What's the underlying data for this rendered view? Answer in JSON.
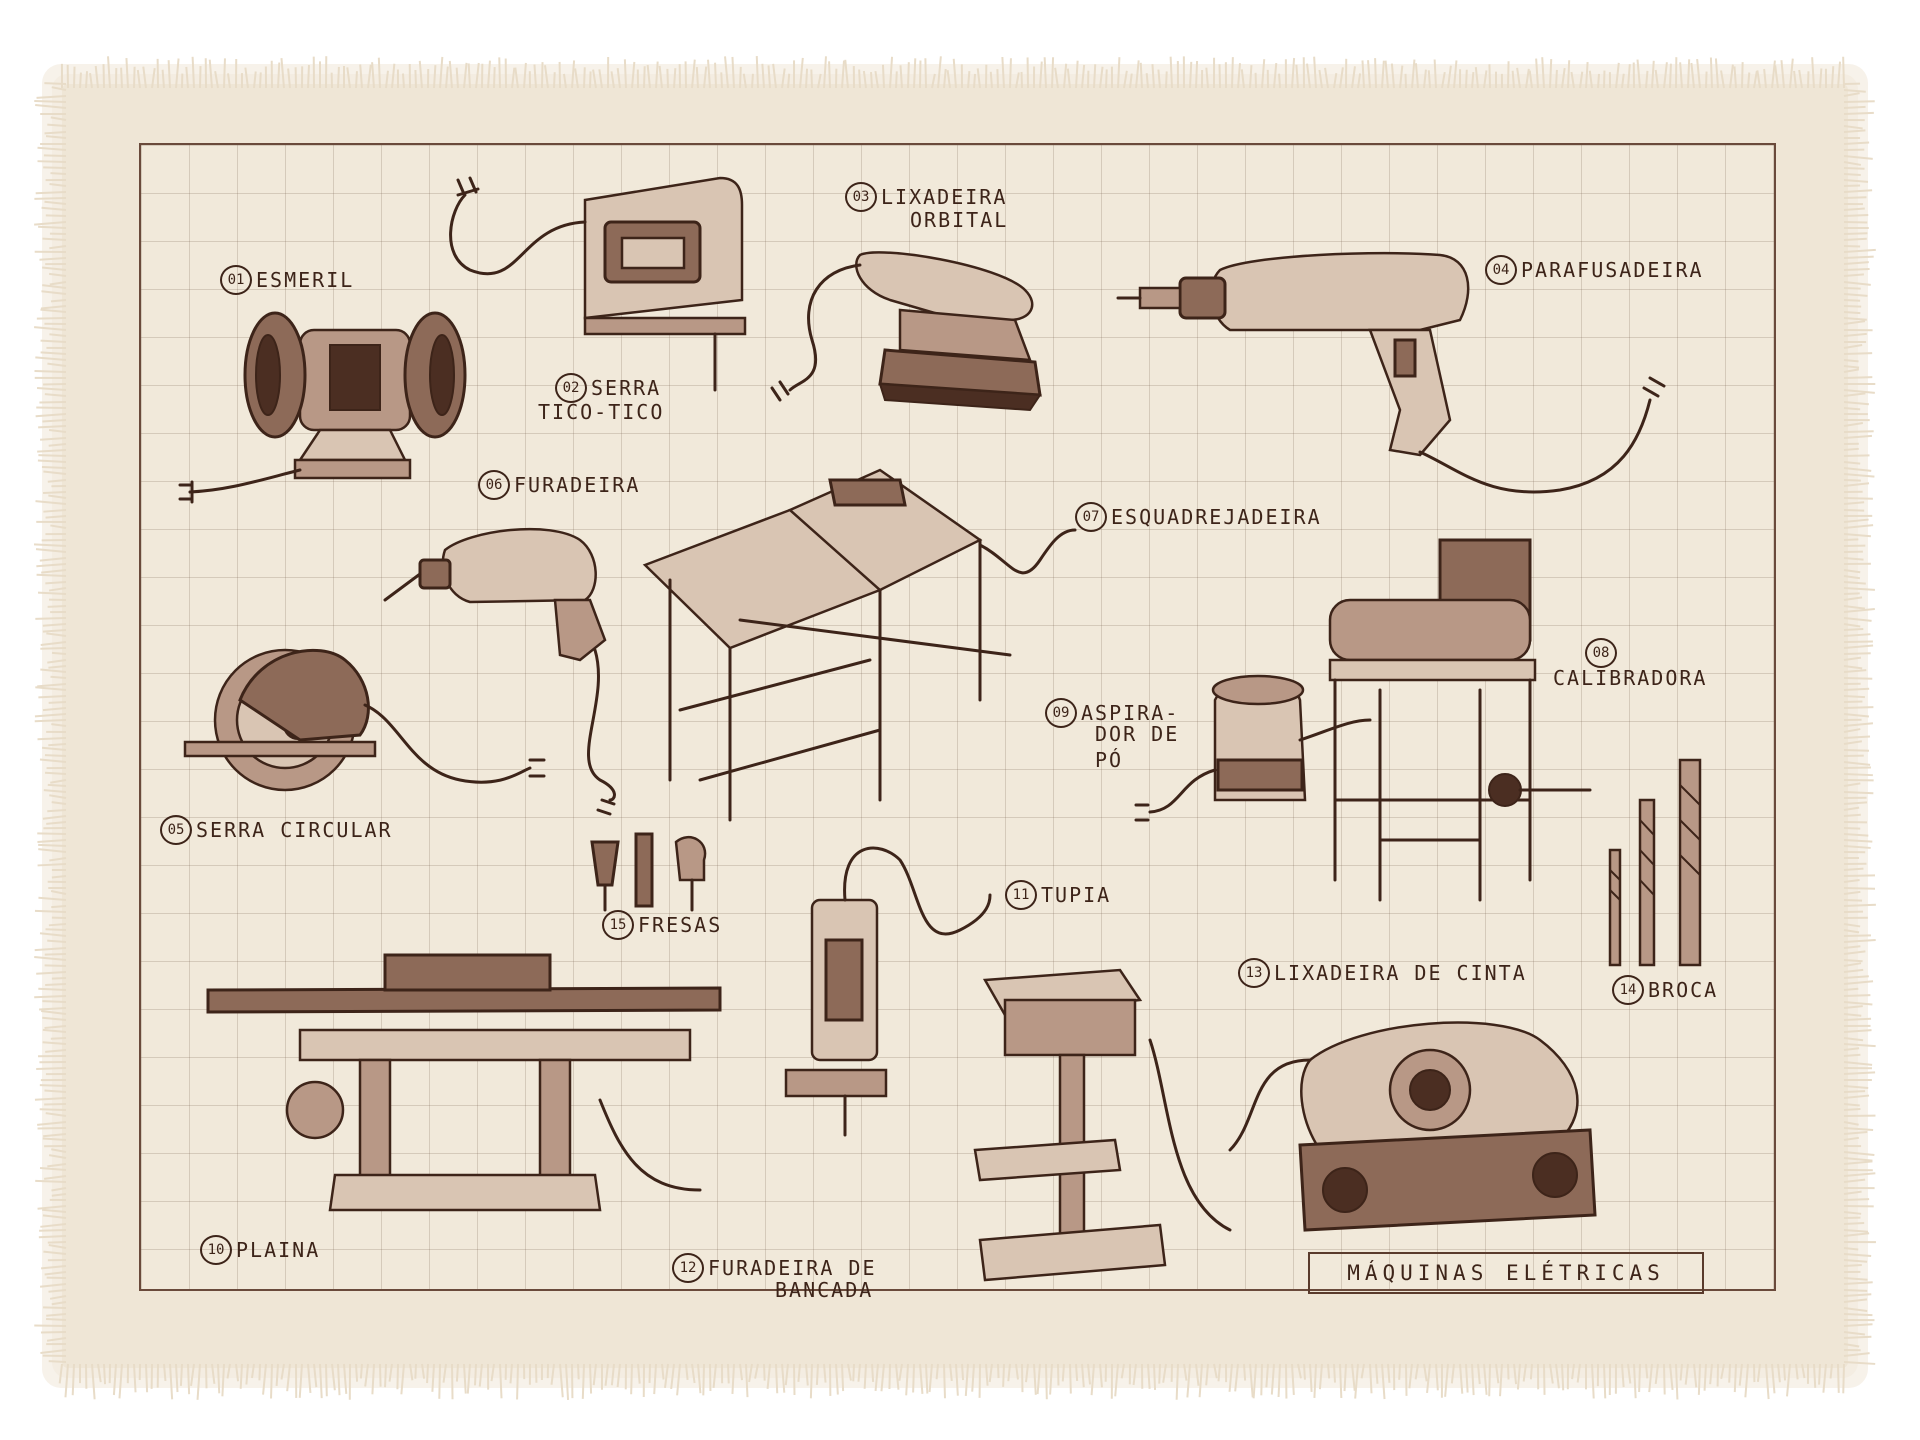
{
  "title": "MÁQUINAS ELÉTRICAS",
  "tools": [
    {
      "num": "01",
      "name": "ESMERIL"
    },
    {
      "num": "02",
      "name": "SERRA",
      "name2": "TICO-TICO"
    },
    {
      "num": "03",
      "name": "LIXADEIRA",
      "name2": "ORBITAL"
    },
    {
      "num": "04",
      "name": "PARAFUSADEIRA"
    },
    {
      "num": "05",
      "name": "SERRA CIRCULAR"
    },
    {
      "num": "06",
      "name": "FURADEIRA"
    },
    {
      "num": "07",
      "name": "ESQUADREJADEIRA"
    },
    {
      "num": "08",
      "name": "CALIBRADORA"
    },
    {
      "num": "09",
      "name": "ASPIRA-",
      "name2": "DOR DE",
      "name3": "PÓ"
    },
    {
      "num": "10",
      "name": "PLAINA"
    },
    {
      "num": "11",
      "name": "TUPIA"
    },
    {
      "num": "12",
      "name": "FURADEIRA DE",
      "name2": "BANCADA"
    },
    {
      "num": "13",
      "name": "LIXADEIRA DE CINTA"
    },
    {
      "num": "14",
      "name": "BROCA"
    },
    {
      "num": "15",
      "name": "FRESAS"
    }
  ],
  "colors": {
    "ink": "#3d2419",
    "paper": "#f1e9da",
    "cloth": "#efe6d6",
    "grid": "#735a4b"
  }
}
